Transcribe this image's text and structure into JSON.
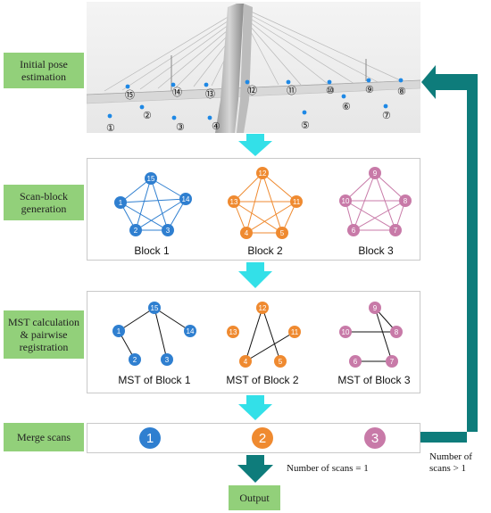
{
  "stages": {
    "initial_pose": "Initial pose estimation",
    "scan_block": "Scan-block generation",
    "mst": "MST calculation & pairwise registration",
    "merge": "Merge scans",
    "output": "Output"
  },
  "scan_markers": [
    "①",
    "②",
    "③",
    "④",
    "⑤",
    "⑥",
    "⑦",
    "⑧",
    "⑨",
    "⑩",
    "⑪",
    "⑫",
    "⑬",
    "⑭",
    "⑮"
  ],
  "blocks": [
    {
      "label": "Block 1",
      "nodes": [
        "1",
        "2",
        "3",
        "14",
        "15"
      ],
      "mst_label": "MST of Block 1",
      "merged": "1",
      "color": "#2f7fd0"
    },
    {
      "label": "Block 2",
      "nodes": [
        "4",
        "5",
        "11",
        "12",
        "13"
      ],
      "mst_label": "MST of Block 2",
      "merged": "2",
      "color": "#ef8a30"
    },
    {
      "label": "Block 3",
      "nodes": [
        "6",
        "7",
        "8",
        "9",
        "10"
      ],
      "mst_label": "MST of Block 3",
      "merged": "3",
      "color": "#c87aa8"
    }
  ],
  "conditions": {
    "equal_one": "Number of scans = 1",
    "greater_one": "Number of\nscans > 1"
  },
  "colors": {
    "stage_fill": "#92d07a",
    "flow_arrow": "#33e0e8",
    "loop_arrow": "#0e7c7b",
    "scan_dot": "#1e88e5"
  }
}
